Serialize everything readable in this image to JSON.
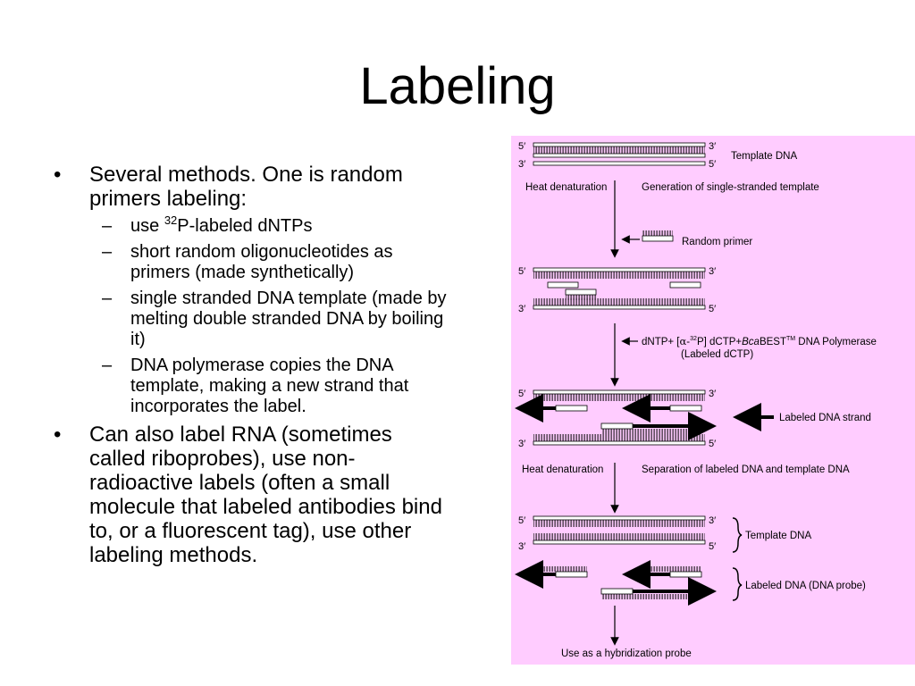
{
  "slide": {
    "title": "Labeling",
    "bullets": [
      {
        "text": "Several methods.  One is random primers labeling:",
        "sub": [
          {
            "pre": "use ",
            "sup": "32",
            "post": "P-labeled dNTPs"
          },
          {
            "pre": "short random oligonucleotides as primers (made synthetically)"
          },
          {
            "pre": "single stranded DNA template (made by melting double stranded DNA by boiling it)"
          },
          {
            "pre": "DNA polymerase copies the DNA template, making a new strand  that incorporates the label."
          }
        ]
      },
      {
        "text": "Can also label RNA (sometimes called riboprobes), use non-radioactive labels (often a small molecule that labeled antibodies bind to, or a fluorescent tag), use other labeling methods."
      }
    ],
    "bullet_marker": "•",
    "sub_marker": "–"
  },
  "diagram": {
    "background": "#ffccff",
    "end_5": "5′",
    "end_3": "3′",
    "template_dna": "Template DNA",
    "heat_denaturation": "Heat denaturation",
    "generation": "Generation of single-stranded template",
    "random_primer": "Random primer",
    "reagent_pre": "dNTP+ [",
    "reagent_alpha": "α",
    "reagent_dash": "-",
    "reagent_32": "32",
    "reagent_mid": "P] dCTP+",
    "reagent_bca": "Bca",
    "reagent_best": "BEST",
    "reagent_tm": "TM",
    "reagent_post": " DNA Polymerase",
    "labeled_dctp": "(Labeled dCTP)",
    "labeled_strand": "Labeled DNA strand",
    "heat_denaturation_2": "Heat denaturation",
    "separation": "Separation of labeled DNA and template DNA",
    "template_dna_2": "Template DNA",
    "labeled_probe": "Labeled DNA (DNA probe)",
    "use_probe": "Use as a hybridization probe"
  }
}
